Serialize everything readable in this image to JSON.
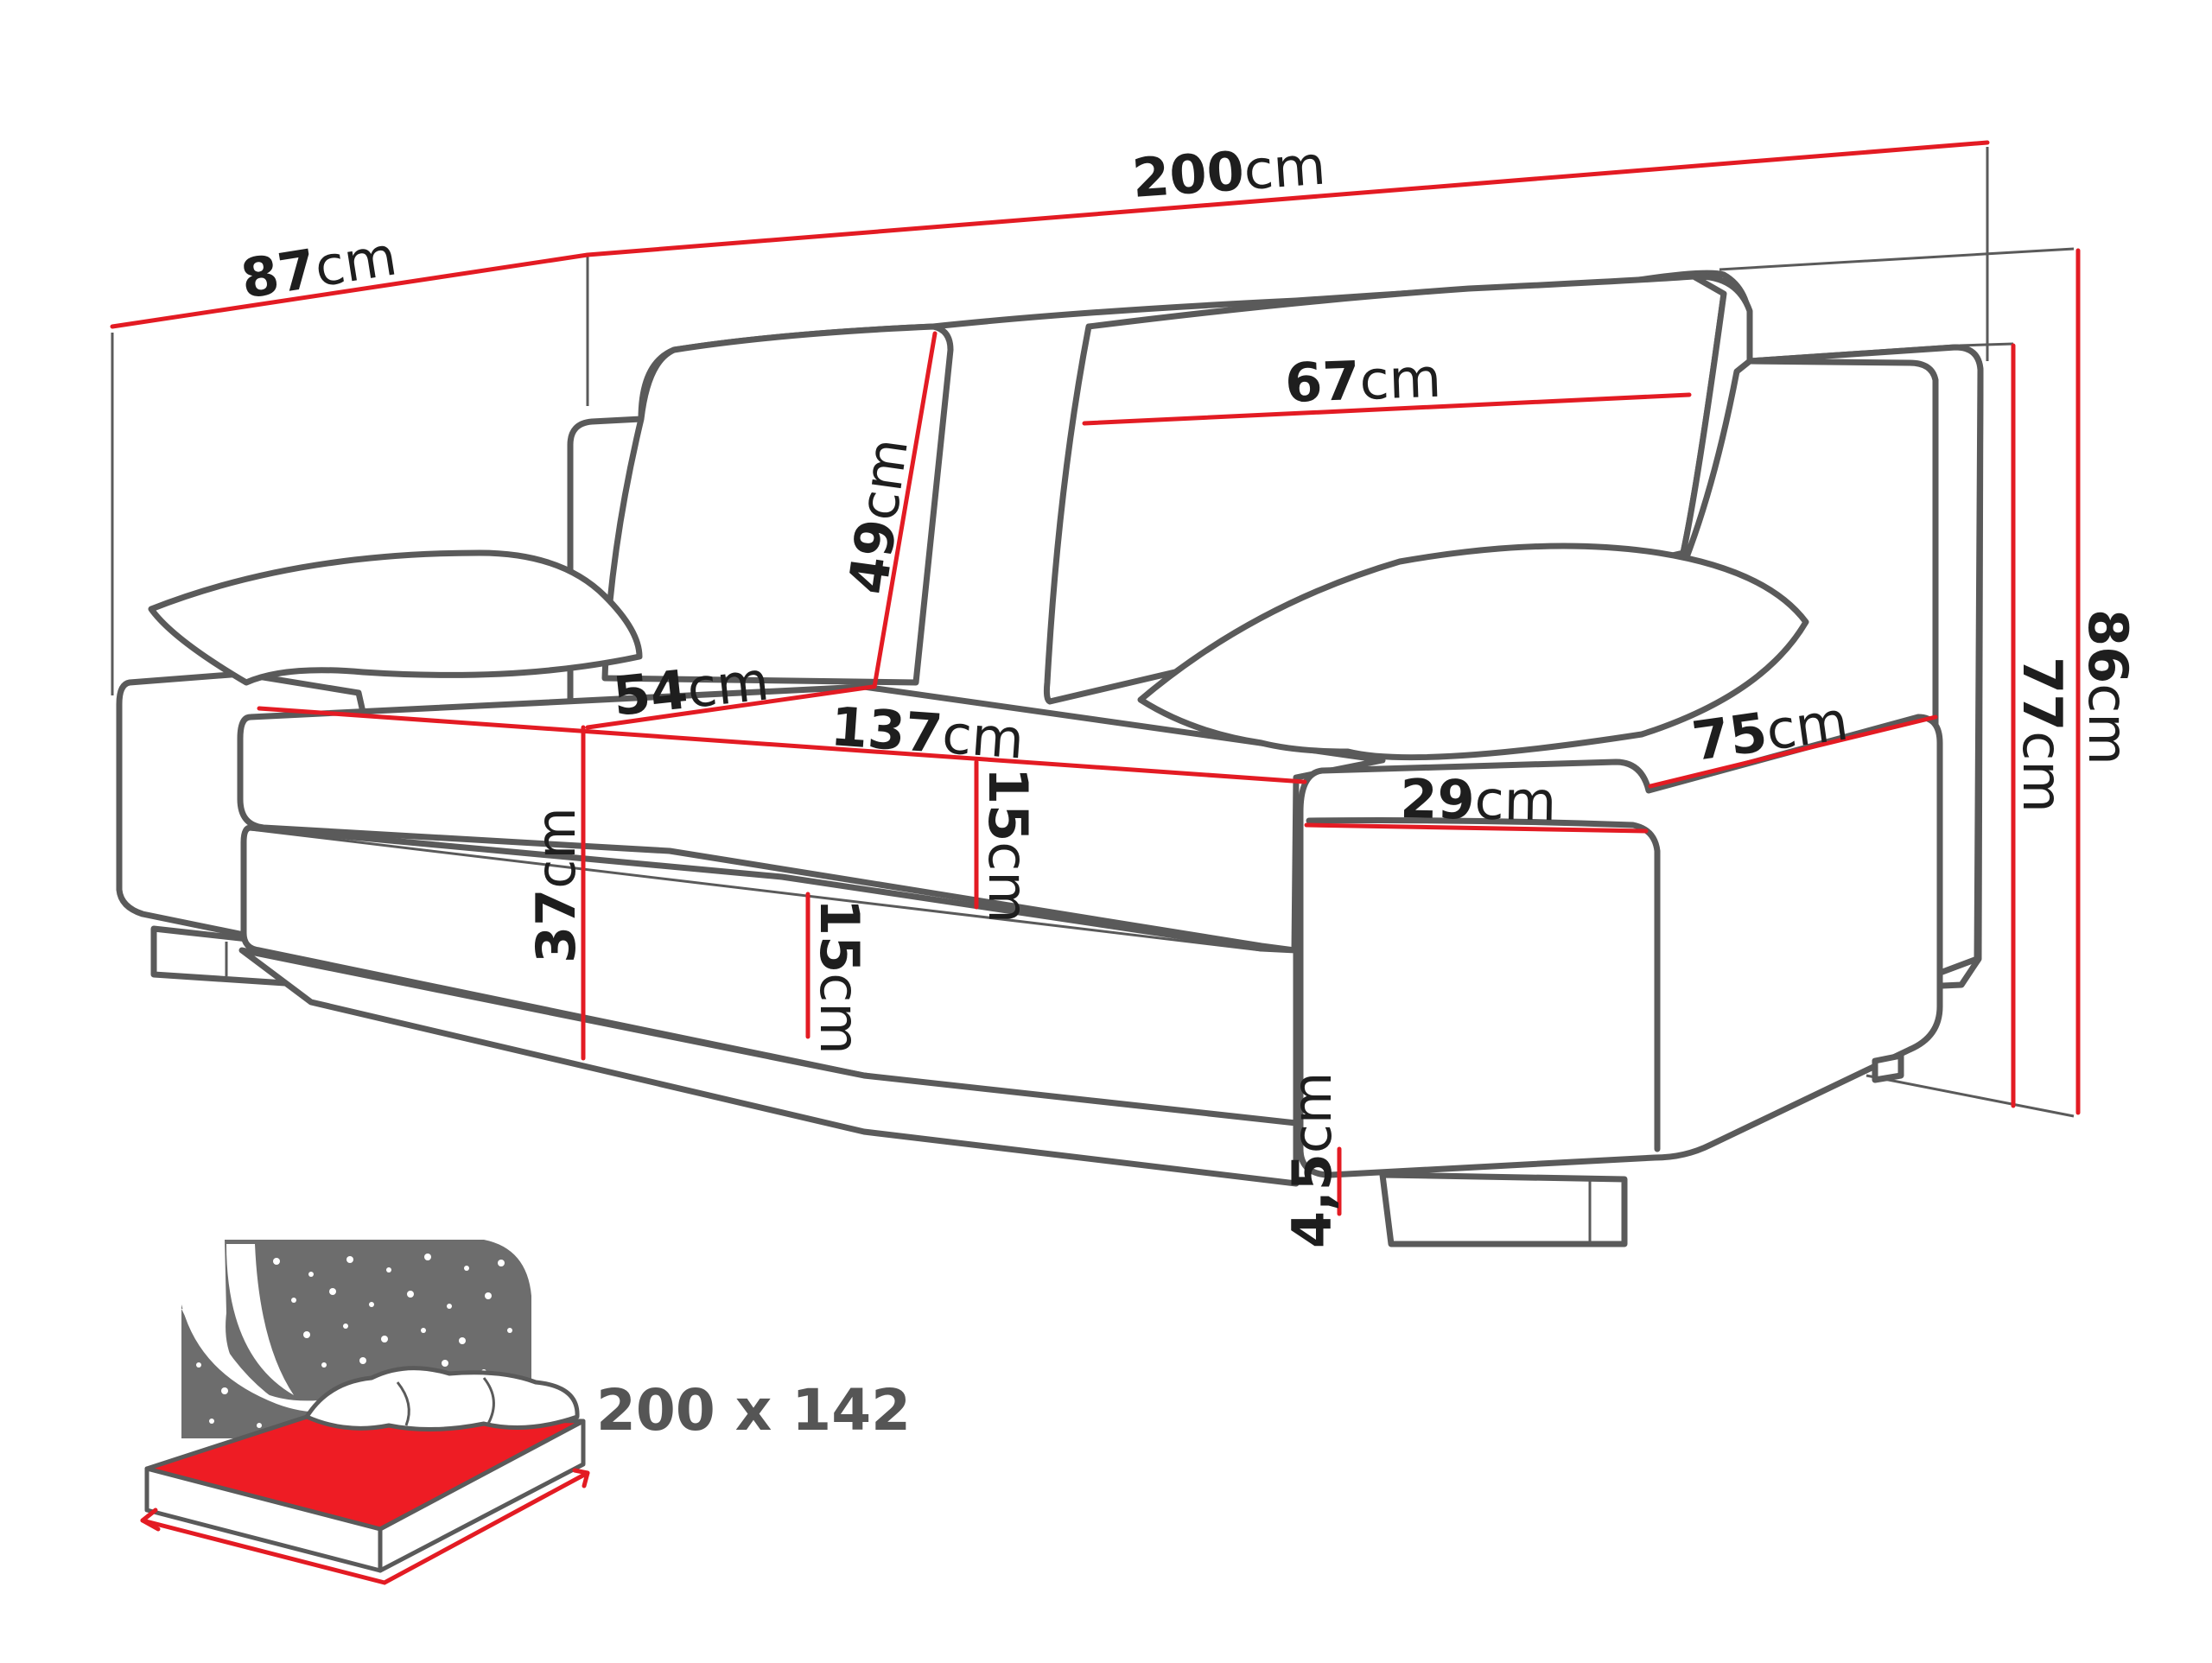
{
  "unit": "cm",
  "colors": {
    "dimension": "#e31b23",
    "outline": "#5a5a5a",
    "text": "#1e1e1e",
    "night": "#6d6d6d",
    "mattress": "#ee1c24"
  },
  "dimensions": {
    "total_width": "200",
    "depth": "87",
    "backrest_cushion_height": "49",
    "backrest_cushion_width": "67",
    "seat_depth": "54",
    "seat_width": "137",
    "seat_height": "37",
    "seat_cushion_thickness": "15",
    "base_thickness": "15",
    "armrest_width": "29",
    "armrest_depth": "75",
    "leg_height": "4,5",
    "armrest_height": "77",
    "total_height": "86"
  },
  "bed_size": "200 x 142",
  "icons": {
    "sleep_function": "night-sky-bed-icon"
  }
}
